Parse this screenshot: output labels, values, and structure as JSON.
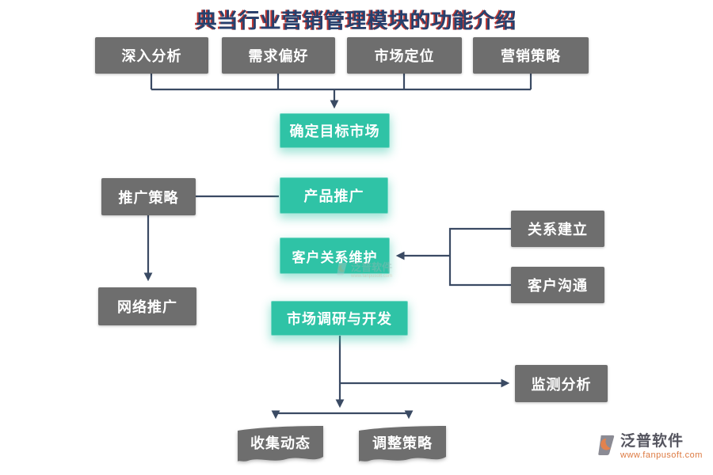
{
  "title": "典当行业营销管理模块的功能介绍",
  "nodes": {
    "deep_analysis": "深入分析",
    "demand_preference": "需求偏好",
    "market_positioning": "市场定位",
    "marketing_strategy": "营销策略",
    "determine_target_market": "确定目标市场",
    "promotion_strategy": "推广策略",
    "product_promotion": "产品推广",
    "network_promotion": "网络推广",
    "customer_relationship_maintenance": "客户关系维护",
    "relationship_building": "关系建立",
    "customer_communication": "客户沟通",
    "market_research_development": "市场调研与开发",
    "monitoring_analysis": "监测分析",
    "collect_dynamics": "收集动态",
    "adjust_strategy": "调整策略"
  },
  "branding": {
    "logo_text": "泛普软件",
    "logo_url": "www.fanpusoft.com",
    "watermark_text": "泛普软件",
    "watermark_sub": "www.fanpusoft.com"
  },
  "colors": {
    "background": "#ffffff",
    "node_gray": "#6e6e6e",
    "node_teal": "#2fc3a6",
    "connector": "#3a4a63",
    "title_primary": "#26406e",
    "title_shadow": "#c03a34",
    "logo_text": "#55555f",
    "logo_url": "#dd7a42"
  }
}
